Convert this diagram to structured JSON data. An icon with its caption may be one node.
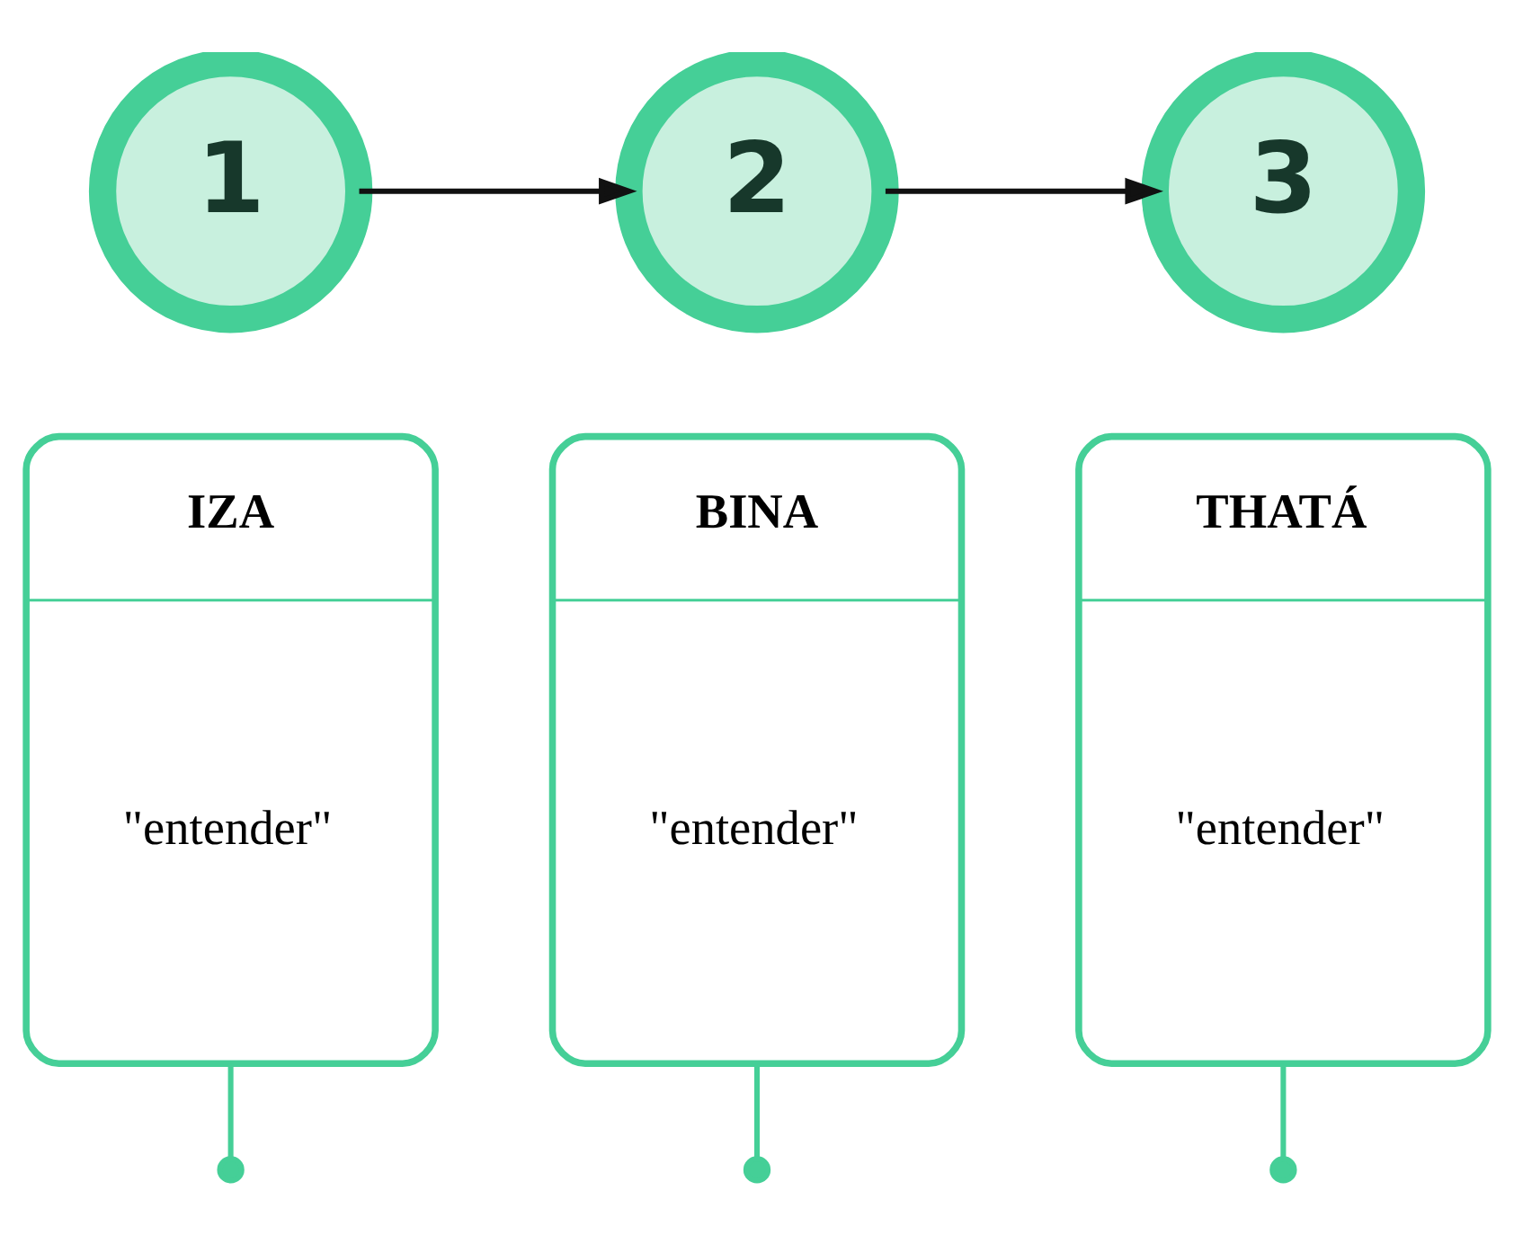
{
  "diagram": {
    "nodes": [
      {
        "text": [
          "1"
        ]
      },
      {
        "text": [
          "2"
        ]
      },
      {
        "text": [
          "3"
        ]
      },
      {
        "text": [
          "IZA",
          "\"entender\""
        ]
      },
      {
        "text": [
          "BINA",
          "\"entender\""
        ]
      },
      {
        "text": [
          "THATÁ",
          "\"entender\""
        ]
      }
    ],
    "edges": [
      {
        "from": 0,
        "to": 1,
        "arrow": "to",
        "color": "#111111"
      },
      {
        "from": 1,
        "to": 2,
        "arrow": "to",
        "color": "#111111"
      },
      {
        "from": 3,
        "to": null,
        "arrow": "other"
      },
      {
        "from": 4,
        "to": null,
        "arrow": "other"
      },
      {
        "from": 5,
        "to": null,
        "arrow": "other"
      }
    ]
  }
}
